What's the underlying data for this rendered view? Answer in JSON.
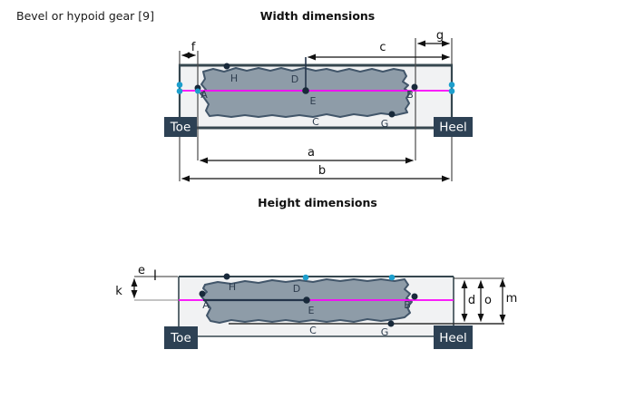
{
  "header": {
    "caption": "Bevel or hypoid gear [9]"
  },
  "width_diagram": {
    "title": "Width dimensions",
    "toe_label": "Toe",
    "heel_label": "Heel",
    "points": {
      "A": "A",
      "B": "B",
      "C": "C",
      "D": "D",
      "E": "E",
      "G": "G",
      "H": "H"
    },
    "dims": {
      "a": "a",
      "b": "b",
      "c": "c",
      "f": "f",
      "g": "g"
    }
  },
  "height_diagram": {
    "title": "Height dimensions",
    "toe_label": "Toe",
    "heel_label": "Heel",
    "points": {
      "A": "A",
      "B": "B",
      "C": "C",
      "D": "D",
      "E": "E",
      "G": "G",
      "H": "H"
    },
    "dims": {
      "d": "d",
      "e": "e",
      "k": "k",
      "l": "l",
      "m": "m",
      "o": "o"
    }
  },
  "colors": {
    "label_box_bg": "#2d4154",
    "frame_stroke": "#36474f",
    "frame_fill": "#f1f2f3",
    "contact_pattern_fill": "#8e9ca8",
    "contact_pattern_edge": "#42566a",
    "mid_line": "#fb00fb",
    "marker_cyan": "#1d9fcd",
    "marker_dark": "#18293a"
  }
}
